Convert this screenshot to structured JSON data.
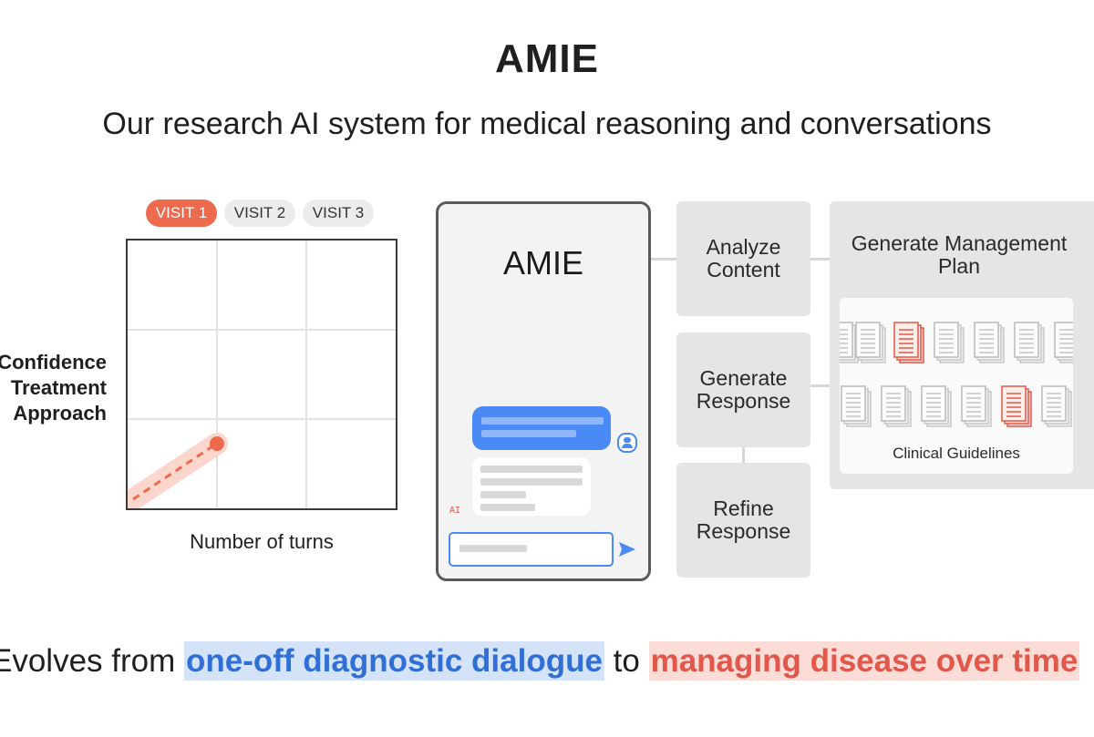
{
  "header": {
    "title": "AMIE",
    "subtitle": "Our research AI system for medical reasoning and conversations"
  },
  "visits": {
    "tabs": [
      "VISIT 1",
      "VISIT 2",
      "VISIT 3"
    ],
    "active_index": 0
  },
  "chart": {
    "y_label_lines": [
      "Confidence",
      "Treatment",
      "Approach"
    ],
    "x_label": "Number of turns"
  },
  "phone": {
    "title": "AMIE",
    "ai_badge": "AI"
  },
  "pipeline": {
    "analyze": "Analyze Content",
    "generate_response": "Generate Response",
    "refine_response": "Refine Response",
    "management_plan": "Generate Management Plan",
    "guidelines_label": "Clinical Guidelines"
  },
  "footer": {
    "prefix": "Evolves from ",
    "highlight1": "one-off diagnostic dialogue",
    "middle": " to ",
    "highlight2": "managing disease over time"
  },
  "colors": {
    "accent_red": "#ee6a4f",
    "accent_blue": "#4285f4",
    "highlight_blue_bg": "#d4e3f8",
    "highlight_red_bg": "#fbdcd7"
  }
}
